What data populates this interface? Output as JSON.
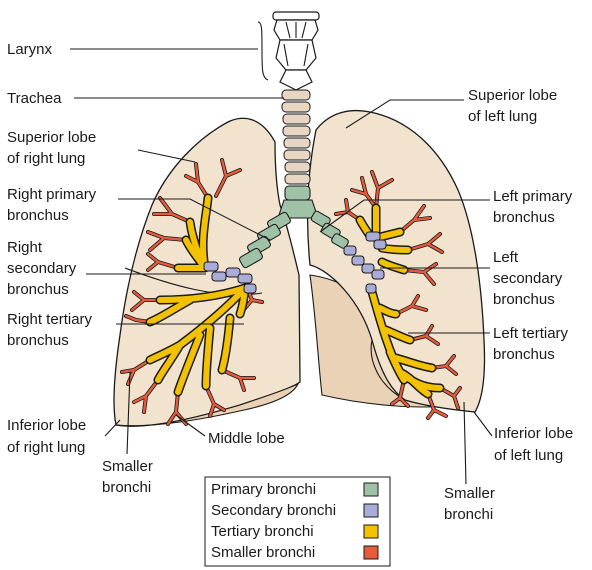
{
  "labels": {
    "larynx": "Larynx",
    "trachea": "Trachea",
    "superior_lobe_right_1": "Superior lobe",
    "superior_lobe_right_2": "of right lung",
    "right_primary_1": "Right primary",
    "right_primary_2": "bronchus",
    "right_secondary_1": "Right",
    "right_secondary_2": "secondary",
    "right_secondary_3": "bronchus",
    "right_tertiary_1": "Right tertiary",
    "right_tertiary_2": "bronchus",
    "inferior_lobe_right_1": "Inferior lobe",
    "inferior_lobe_right_2": "of right lung",
    "smaller_bronchi_left_1": "Smaller",
    "smaller_bronchi_left_2": "bronchi",
    "middle_lobe": "Middle lobe",
    "superior_lobe_left_1": "Superior lobe",
    "superior_lobe_left_2": "of left lung",
    "left_primary_1": "Left primary",
    "left_primary_2": "bronchus",
    "left_secondary_1": "Left",
    "left_secondary_2": "secondary",
    "left_secondary_3": "bronchus",
    "left_tertiary_1": "Left tertiary",
    "left_tertiary_2": "bronchus",
    "inferior_lobe_left_1": "Inferior lobe",
    "inferior_lobe_left_2": "of left lung",
    "smaller_bronchi_right_1": "Smaller",
    "smaller_bronchi_right_2": "bronchi"
  },
  "legend": [
    {
      "label": "Primary bronchi",
      "color": "#9fc2a6"
    },
    {
      "label": "Secondary bronchi",
      "color": "#a9acd6"
    },
    {
      "label": "Tertiary bronchi",
      "color": "#f2c200"
    },
    {
      "label": "Smaller bronchi",
      "color": "#e65b3c"
    }
  ]
}
